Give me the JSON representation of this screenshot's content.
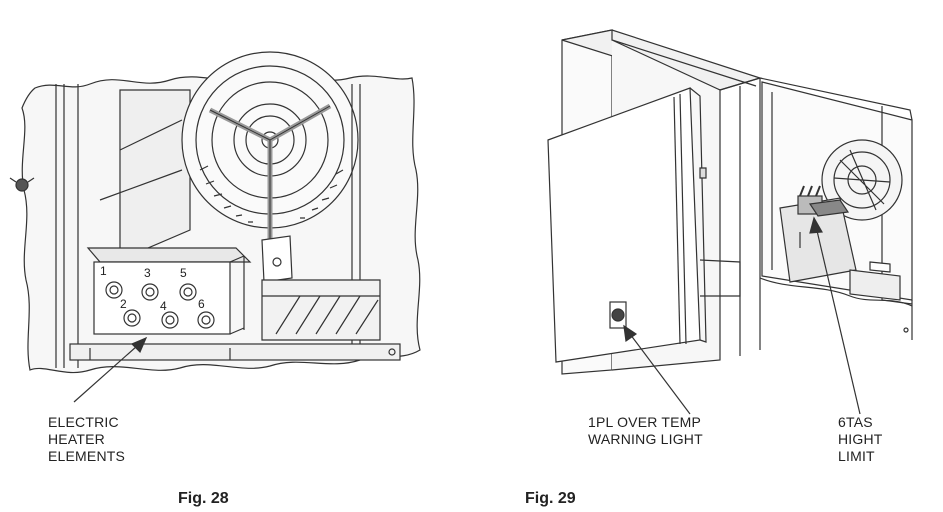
{
  "figures": [
    {
      "caption": "Fig. 28",
      "callout": [
        "ELECTRIC",
        "HEATER",
        "ELEMENTS"
      ],
      "element_numbers": [
        "1",
        "2",
        "3",
        "4",
        "5",
        "6"
      ]
    },
    {
      "caption": "Fig. 29",
      "callouts": [
        {
          "lines": [
            "1PL OVER TEMP",
            "WARNING LIGHT"
          ]
        },
        {
          "lines": [
            "6TAS",
            "HIGHT",
            "LIMIT"
          ]
        }
      ]
    }
  ],
  "colors": {
    "line": "#333333",
    "fill": "#f4f4f4",
    "shade": "#d9d9d9"
  }
}
